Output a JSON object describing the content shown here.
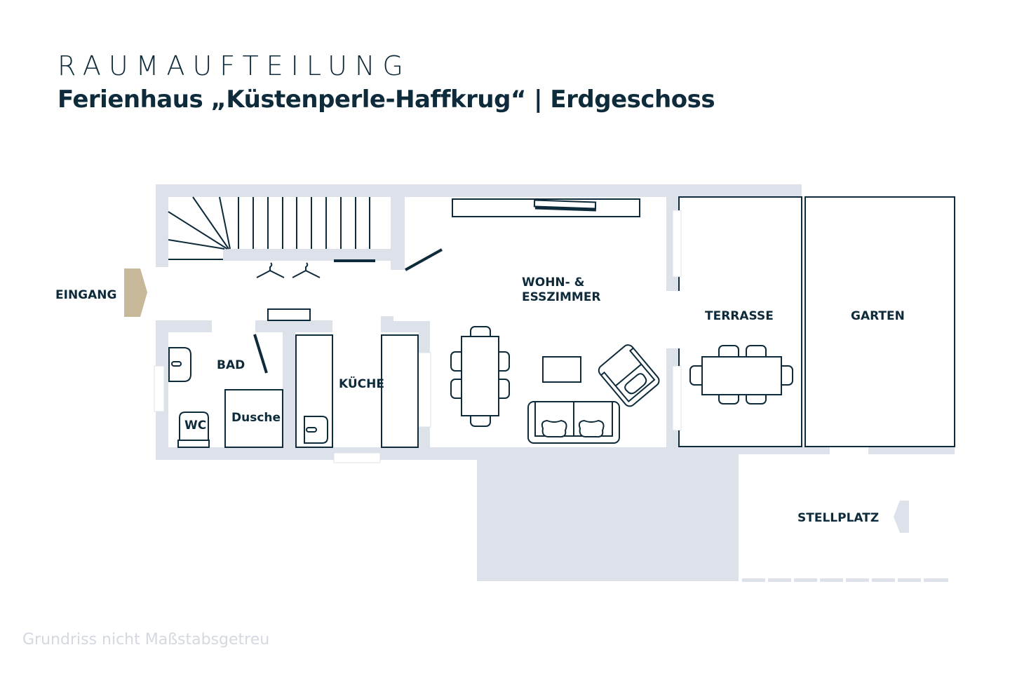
{
  "header": {
    "title": "RAUMAUFTEILUNG",
    "subtitle": "Ferienhaus „Küstenperle-Haffkrug“ | Erdgeschoss"
  },
  "rooms": {
    "entrance": "EINGANG",
    "bath": "BAD",
    "wc": "WC",
    "shower": "Dusche",
    "kitchen": "KÜCHE",
    "living_line1": "WOHN- &",
    "living_line2": "ESSZIMMER",
    "terrace": "TERRASSE",
    "garden": "GARTEN",
    "parking": "STELLPLATZ"
  },
  "footer": {
    "note": "Grundriss nicht Maßstabsgetreu"
  },
  "colors": {
    "text": "#0e2b3b",
    "wall": "#dde1ea",
    "entrance_arrow": "#c8b89a",
    "footer": "#d3d8e1"
  }
}
